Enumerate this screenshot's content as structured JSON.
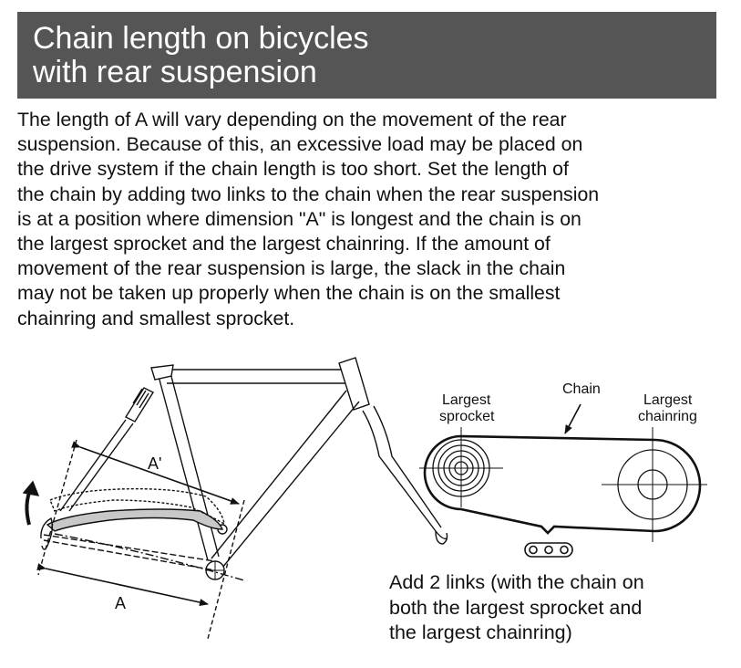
{
  "header": {
    "title_lines": [
      "Chain length on bicycles",
      "with rear suspension"
    ]
  },
  "body": {
    "lines": [
      "The length of A will vary depending on the movement of the rear",
      "suspension.  Because of this, an excessive load may be placed on",
      "the drive system if the chain length is too short.  Set the length of",
      "the chain by adding two links to the chain when the rear suspension",
      "is at a position where dimension \"A\" is longest and the chain is on",
      "the largest sprocket and the largest chainring.  If the amount of",
      "movement of the rear suspension is large, the slack in the chain",
      "may not be taken up properly when the chain is on the smallest",
      "chainring and smallest sprocket."
    ]
  },
  "frame_figure": {
    "label_a_prime": "A'",
    "label_a": "A"
  },
  "chain_figure": {
    "label_chain": "Chain",
    "label_sprocket_line1": "Largest",
    "label_sprocket_line2": "sprocket",
    "label_chainring_line1": "Largest",
    "label_chainring_line2": "chainring"
  },
  "caption": {
    "lines": [
      "Add 2 links (with the chain on",
      "both the largest sprocket and",
      "the largest chainring)"
    ]
  }
}
